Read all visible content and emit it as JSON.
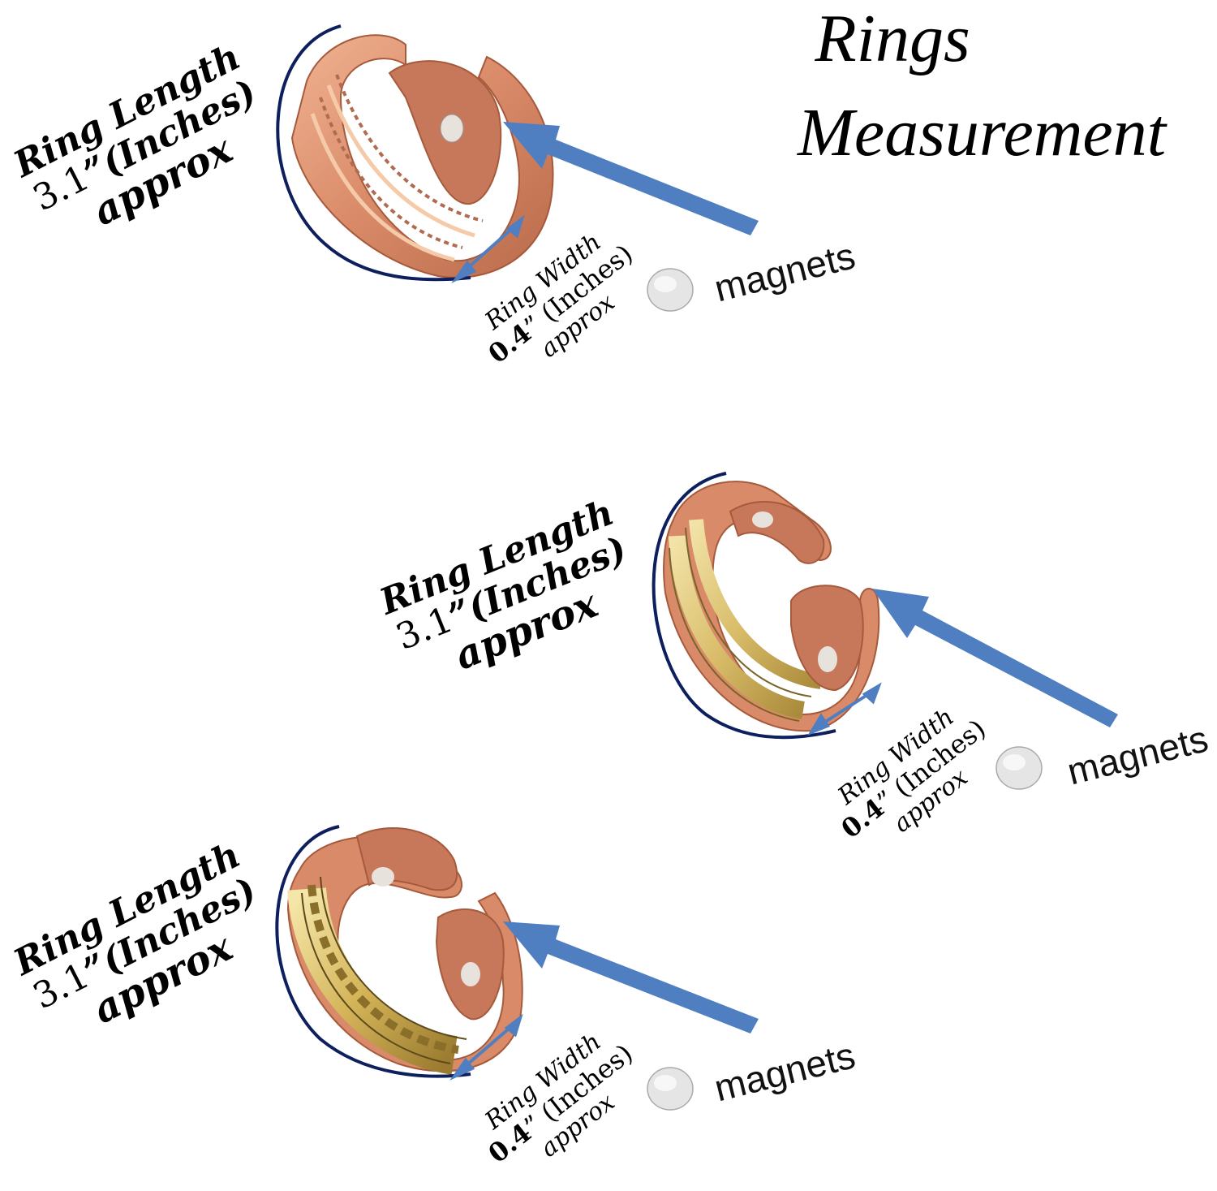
{
  "title": {
    "line1": "Rings",
    "line2": "Measurement"
  },
  "rings": [
    {
      "length_line1": "Ring Length",
      "length_value": "3.1",
      "length_unit": "”(Inches)",
      "length_approx": "approx",
      "width_line1": "Ring Width",
      "width_value": "0.4",
      "width_unit": "” (Inches)",
      "width_approx": "approx",
      "magnet_label": "magnets"
    },
    {
      "length_line1": "Ring Length",
      "length_value": "3.1",
      "length_unit": "”(Inches)",
      "length_approx": "approx",
      "width_line1": "Ring Width",
      "width_value": "0.4",
      "width_unit": "” (Inches)",
      "width_approx": "approx",
      "magnet_label": "magnets"
    },
    {
      "length_line1": "Ring Length",
      "length_value": "3.1",
      "length_unit": "”(Inches)",
      "length_approx": "approx",
      "width_line1": "Ring Width",
      "width_value": "0.4",
      "width_unit": "” (Inches)",
      "width_approx": "approx",
      "magnet_label": "magnets"
    }
  ],
  "colors": {
    "copper": "#d98a68",
    "copper_dark": "#b86a4a",
    "brass": "#d9bd6a",
    "arrow": "#4f7fc1",
    "arc": "#0d1f5c",
    "magnet": "#d9d9d9"
  }
}
